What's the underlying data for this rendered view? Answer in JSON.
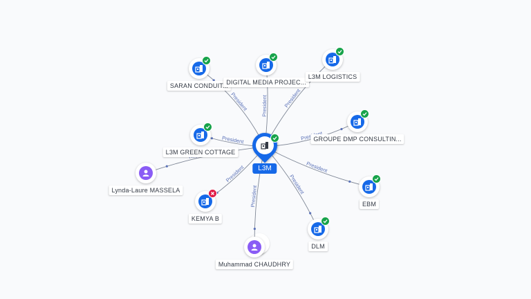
{
  "center": {
    "label": "L3M",
    "icon": "building-icon",
    "status": "active",
    "color": "#1669e8"
  },
  "nodes": [
    {
      "id": "saran",
      "name": "SARAN CONDUIT...",
      "kind": "company",
      "status": "active",
      "relation": "President"
    },
    {
      "id": "digital",
      "name": "DIGITAL MEDIA PROJEC...",
      "kind": "company",
      "status": "active",
      "relation": "President"
    },
    {
      "id": "logistics",
      "name": "L3M LOGISTICS",
      "kind": "company",
      "status": "active",
      "relation": "President"
    },
    {
      "id": "dmp",
      "name": "GROUPE DMP CONSULTIN...",
      "kind": "company",
      "status": "active",
      "relation": "President"
    },
    {
      "id": "ebm",
      "name": "EBM",
      "kind": "company",
      "status": "active",
      "relation": "President"
    },
    {
      "id": "dlm",
      "name": "DLM",
      "kind": "company",
      "status": "active",
      "relation": "President"
    },
    {
      "id": "chaudhry",
      "name": "Muhammad CHAUDHRY",
      "kind": "person",
      "status": "none",
      "relation": "President"
    },
    {
      "id": "kemya",
      "name": "KEMYA B",
      "kind": "company",
      "status": "inactive",
      "relation": "President"
    },
    {
      "id": "massela",
      "name": "Lynda-Laure MASSELA",
      "kind": "person",
      "status": "none",
      "relation": "Représentant"
    },
    {
      "id": "cottage",
      "name": "L3M GREEN COTTAGE",
      "kind": "company",
      "status": "active",
      "relation": "President"
    }
  ],
  "icons": {
    "company": "building-icon",
    "person": "person-icon",
    "active": "check-icon",
    "inactive": "cross-icon"
  },
  "colors": {
    "company": "#1669e8",
    "person": "#8a5cf5",
    "active": "#17a34a",
    "inactive": "#e11d48",
    "edge": "#7f8796",
    "edge_label": "#5b72b8"
  }
}
